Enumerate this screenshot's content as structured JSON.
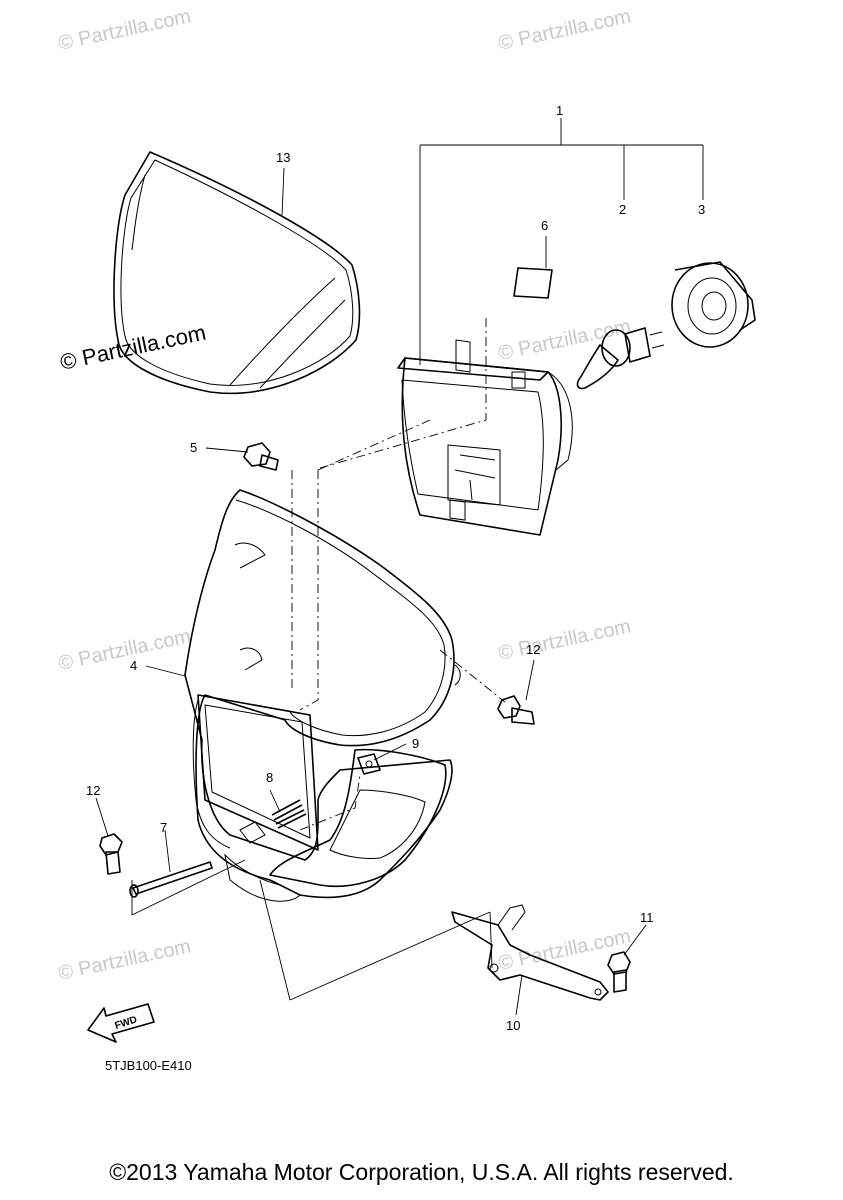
{
  "watermarks": {
    "main": "© Partzilla.com",
    "faint": "© Partzilla.com"
  },
  "callouts": [
    "1",
    "2",
    "3",
    "4",
    "5",
    "6",
    "7",
    "8",
    "9",
    "10",
    "11",
    "12",
    "12",
    "13"
  ],
  "diagram_code": "5TJB100-E410",
  "fwd_label": "FWD",
  "copyright": "©2013 Yamaha Motor Corporation, U.S.A. All rights reserved."
}
